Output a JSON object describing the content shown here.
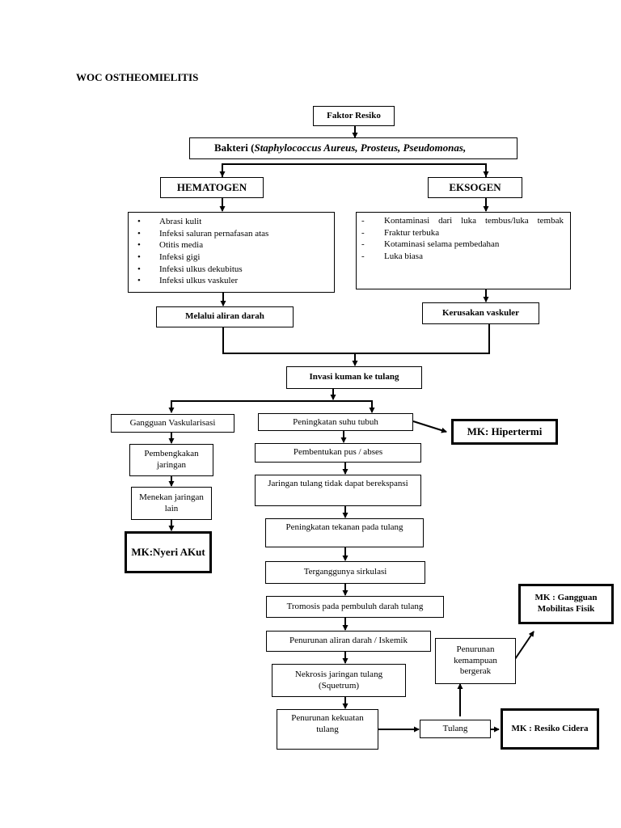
{
  "title": "WOC OSTHEOMIELITIS",
  "nodes": {
    "faktor": "Faktor Resiko",
    "bakteri_prefix": "Bakteri (",
    "bakteri_italic": "Staphylococcus Aureus, Prosteus, Pseudomonas,",
    "hematogen": "HEMATOGEN",
    "eksogen": "EKSOGEN",
    "hematogen_causes": [
      "Abrasi kulit",
      "Infeksi saluran pernafasan atas",
      "Otitis media",
      "Infeksi gigi",
      "Infeksi ulkus dekubitus",
      "Infeksi ulkus vaskuler"
    ],
    "eksogen_causes": [
      "Kontaminasi dari luka tembus/luka tembak",
      "Fraktur terbuka",
      "Kotaminasi selama pembedahan",
      "Luka biasa"
    ],
    "aliran_darah": "Melalui aliran darah",
    "kerusakan_vaskuler": "Kerusakan vaskuler",
    "invasi": "Invasi kuman ke tulang",
    "gangguan_vaskularisasi": "Gangguan Vaskularisasi",
    "peningkatan_suhu": "Peningkatan suhu tubuh",
    "mk_hipertermi": "MK: Hipertermi",
    "pembengkakan": "Pembengkakan jaringan",
    "pembentukan_pus": "Pembentukan pus / abses",
    "menekan": "Menekan jaringan lain",
    "jaringan_tulang": "Jaringan tulang tidak dapat berekspansi",
    "peningkatan_tekanan": "Peningkatan tekanan pada tulang",
    "mk_nyeri": "MK:Nyeri AKut",
    "terganggunya": "Terganggunya sirkulasi",
    "tromosis": "Tromosis pada pembuluh darah tulang",
    "mk_mobilitas": "MK : Gangguan Mobilitas Fisik",
    "penurunan_aliran": "Penurunan aliran darah / Iskemik",
    "penurunan_kemampuan": "Penurunan kemampuan bergerak",
    "nekrosis": "Nekrosis jaringan tulang (Squetrum)",
    "penurunan_kekuatan": "Penurunan kekuatan tulang",
    "tulang": "Tulang",
    "mk_cidera": "MK : Resiko Cidera"
  }
}
